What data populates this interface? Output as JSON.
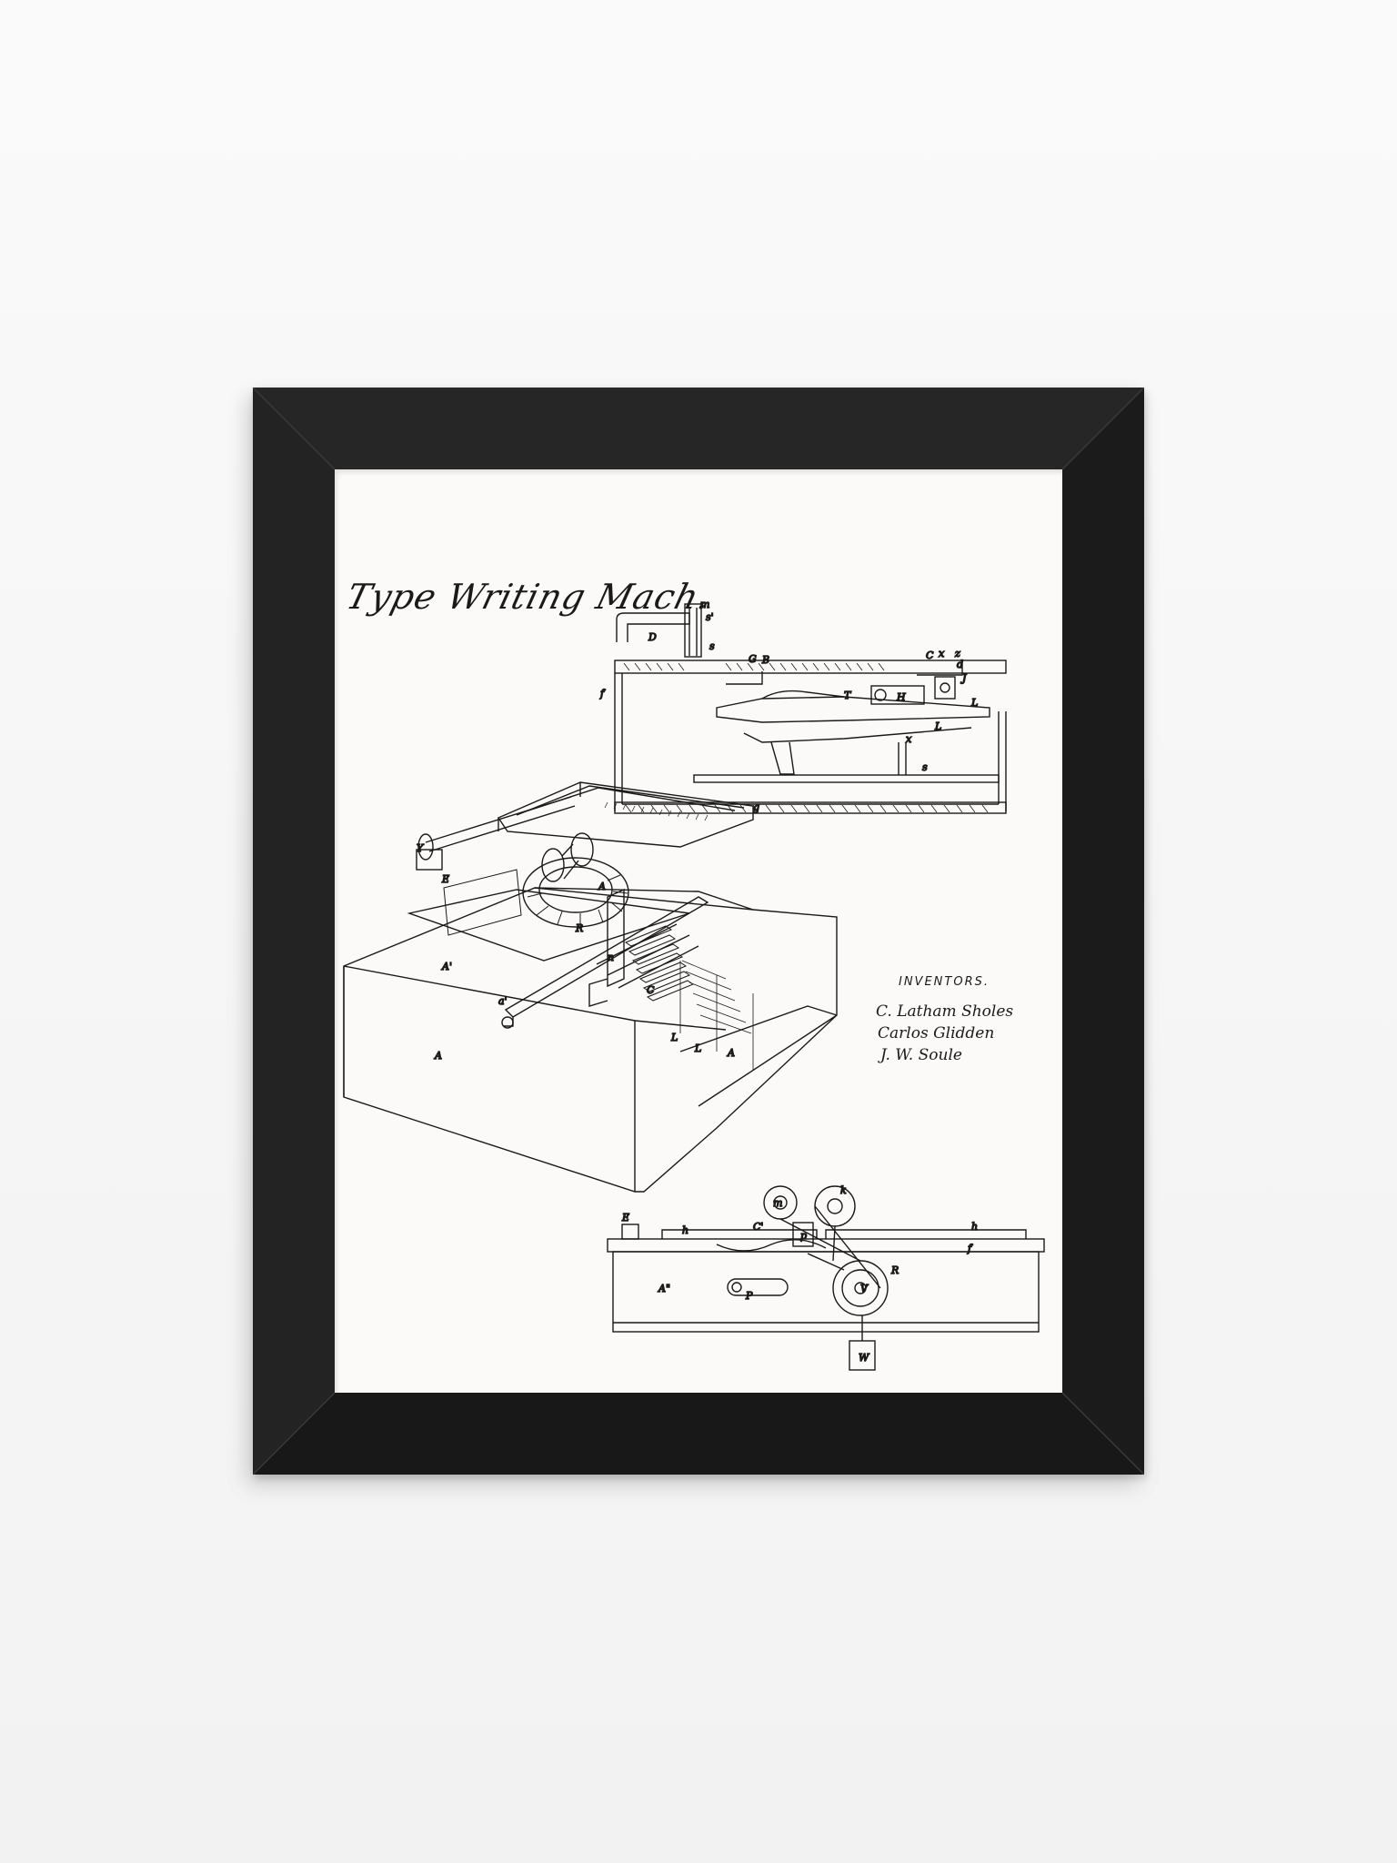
{
  "patent": {
    "title": "Type Writing Mach.",
    "inventors_heading": "INVENTORS.",
    "inventors": [
      "C. Latham Sholes",
      "Carlos Glidden",
      "J. W. Soule"
    ]
  },
  "colors": {
    "wall": "#f7f7f7",
    "frame": "#1f1f1f",
    "mat": "#fbfaf9",
    "ink": "#1a1a1a"
  }
}
